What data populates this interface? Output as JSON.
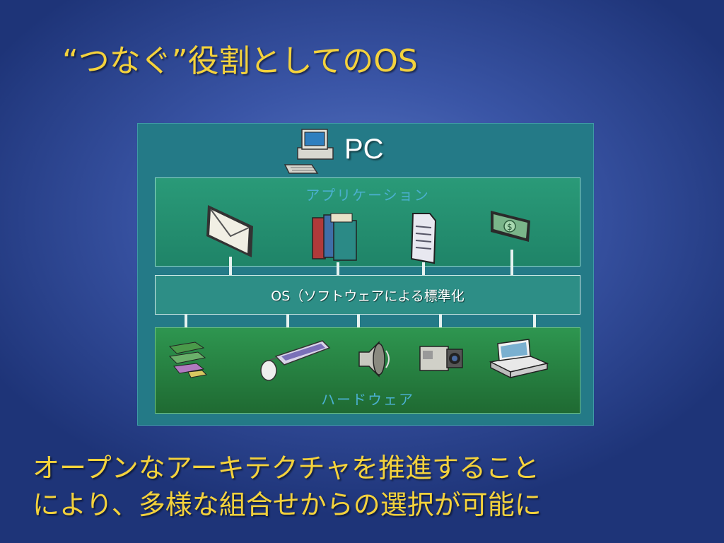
{
  "slide": {
    "title": "“つなぐ”役割としてのOS",
    "pc_label": "PC",
    "layers": {
      "application": "アプリケーション",
      "os": "OS（ソフトウェアによる標準化",
      "hardware": "ハードウェア"
    },
    "app_icons": [
      "envelope-icon",
      "books-icon",
      "document-icon",
      "money-icon"
    ],
    "hw_icons": [
      "circuit-board-icon",
      "keyboard-mouse-icon",
      "speaker-icon",
      "video-camera-icon",
      "scanner-icon"
    ],
    "bottom_lines": [
      "オープンなアーキテクチャを推進すること",
      "により、多様な組合せからの選択が可能に"
    ]
  },
  "colors": {
    "title": "#f4d23c",
    "pc_box": "#247a87",
    "application_layer": "#2a9a78",
    "os_layer": "#2d8e86",
    "hardware_layer": "#2e9650"
  }
}
